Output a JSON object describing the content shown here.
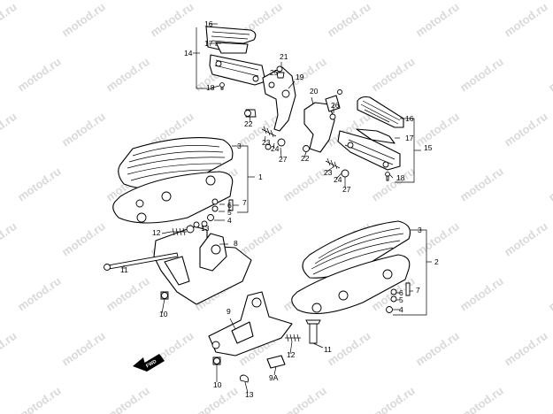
{
  "watermark": "motod.ru",
  "fwd_label": "FWD",
  "labels": {
    "l16a": "16",
    "l17a": "17",
    "l14": "14",
    "l18a": "18",
    "l21": "21",
    "l25": "25",
    "l19": "19",
    "l22a": "22",
    "l23a": "23",
    "l24a": "24",
    "l27a": "27",
    "l20": "20",
    "l26": "26",
    "l16b": "16",
    "l17b": "17",
    "l15": "15",
    "l22b": "22",
    "l23b": "23",
    "l24b": "24",
    "l27b": "27",
    "l18b": "18",
    "l3a": "3",
    "l1": "1",
    "l7a": "7",
    "l6a": "6",
    "l5a": "5",
    "l4a": "4",
    "l12a": "12",
    "l13a": "13",
    "l8": "8",
    "l11a": "11",
    "l10a": "10",
    "l3b": "3",
    "l2": "2",
    "l6b": "6",
    "l7b": "7",
    "l5b": "5",
    "l4b": "4",
    "l9": "9",
    "l11b": "11",
    "l12b": "12",
    "l10b": "10",
    "l9a": "9A",
    "l13b": "13"
  }
}
